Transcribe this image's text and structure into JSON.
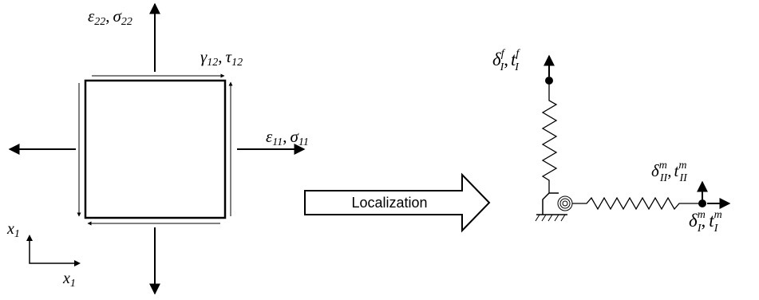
{
  "labels": {
    "strain_22": "ε",
    "strain_22_sub": "22",
    "stress_22": "σ",
    "stress_22_sub": "22",
    "shear_strain": "γ",
    "shear_strain_sub": "12",
    "shear_stress": "τ",
    "shear_stress_sub": "12",
    "strain_11": "ε",
    "strain_11_sub": "11",
    "stress_11": "σ",
    "stress_11_sub": "11",
    "axis_vertical": "x",
    "axis_vertical_sub": "1",
    "axis_horizontal": "x",
    "axis_horizontal_sub": "1",
    "arrow_text": "Localization",
    "sep": ",",
    "delta": "δ",
    "t": "t",
    "fiber_sub": "I",
    "fiber_sup": "f",
    "matrix_II_sub": "II",
    "matrix_II_sup": "m",
    "matrix_I_sub": "I",
    "matrix_I_sup": "m"
  }
}
